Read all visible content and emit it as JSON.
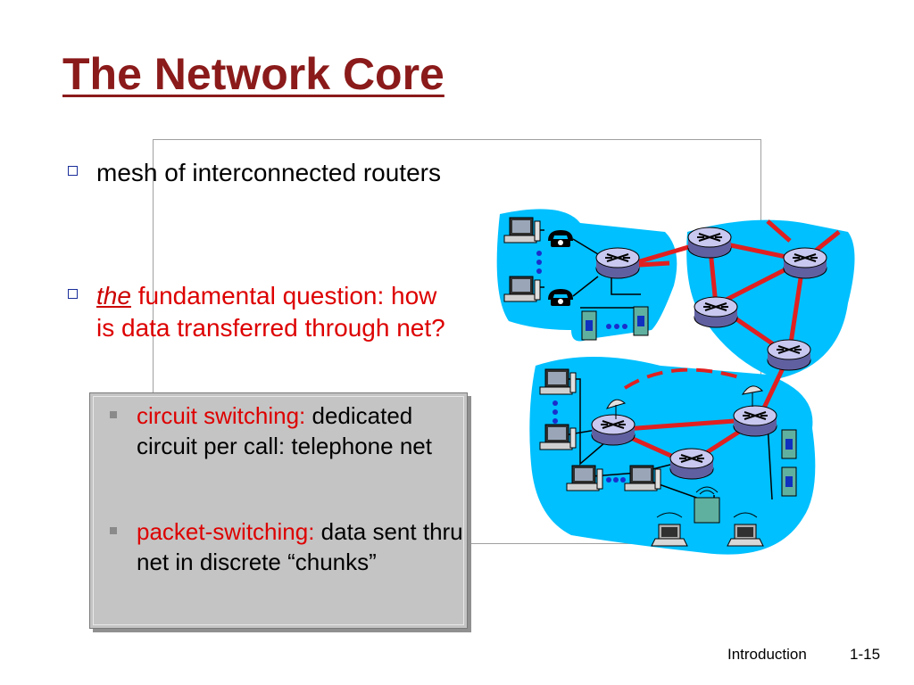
{
  "title": "The Network Core",
  "bullets": {
    "mesh": "mesh of interconnected routers",
    "question_em": "the",
    "question_rest": " fundamental question: how is data transferred through net?"
  },
  "subbullets": {
    "circuit_label": "circuit switching:",
    "circuit_text": " dedicated circuit per call: telephone net",
    "packet_label": "packet-switching:",
    "packet_text": " data sent thru net in discrete “chunks”"
  },
  "footer": {
    "section": "Introduction",
    "page": "1-15"
  },
  "colors": {
    "title": "#8b1a1a",
    "accent_red": "#dd0000",
    "network_bg": "#00c0ff",
    "link_red": "#e02020"
  },
  "icons": [
    "router-icon",
    "telephone-icon",
    "desktop-computer-icon",
    "server-icon",
    "laptop-icon",
    "satellite-dish-icon",
    "wireless-base-station-icon"
  ]
}
